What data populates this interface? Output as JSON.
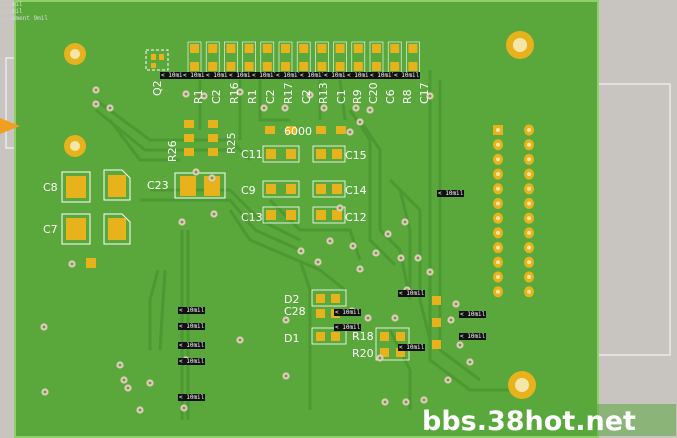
{
  "corner_info": [
    "...mil",
    "...mil",
    "...ument 9mil"
  ],
  "designators": {
    "q2": "Q2",
    "r1": "R1",
    "r16": "R16",
    "r17": "R17",
    "r13": "R13",
    "r9": "R9",
    "r8": "R8",
    "r26": "R26",
    "r25": "R25",
    "r18": "R18",
    "r20": "R20",
    "c2": "C2",
    "c2b": "C2",
    "c2c": "C2",
    "c1": "C1",
    "c20": "C20",
    "c6": "C6",
    "c17": "C17",
    "c8": "C8",
    "c7": "C7",
    "c23": "C23",
    "c11": "C11",
    "c15": "C15",
    "c9": "C9",
    "c14": "C14",
    "c13": "C13",
    "c12": "C12",
    "c28": "C28",
    "d2": "D2",
    "d1": "D1",
    "chip": "6000"
  },
  "trace_width_tag": "< 10mil",
  "watermark": "bbs.38hot.net",
  "colors": {
    "board": "#5aa83c",
    "board_edge": "#8fd06a",
    "pad": "#e8b21c",
    "via": "#d9d0b0",
    "hole": "#f3e6a8",
    "trace": "#4c9832",
    "silkscreen": "#ffffff",
    "background": "#c8c4c0",
    "watermark": "#ffffff"
  }
}
